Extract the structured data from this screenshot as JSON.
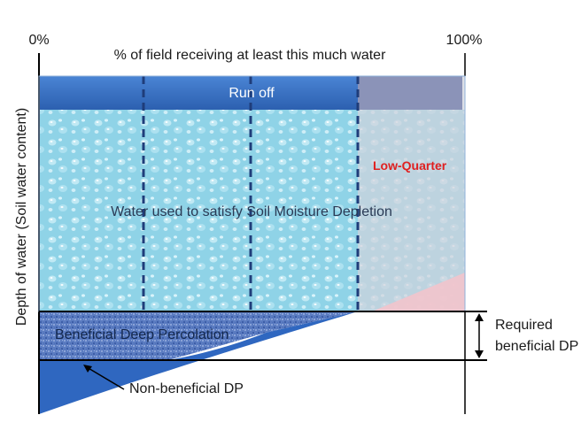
{
  "diagram": {
    "axis": {
      "left_tick": "0%",
      "right_tick": "100%",
      "top_label": "% of field  receiving at least this much water",
      "y_label": "Depth of water (Soil water content)"
    },
    "regions": {
      "runoff": "Run off",
      "soil_moisture": "Water used to satisfy Soil Moisture Depletion",
      "low_quarter": "Low-Quarter",
      "beneficial_dp": "Beneficial Deep Percolation",
      "non_beneficial_dp": "Non-beneficial DP"
    },
    "annotations": {
      "required_dp_line1": "Required",
      "required_dp_line2": "beneficial DP"
    },
    "colors": {
      "runoff": "#3a73c4",
      "water": "#8ed2e6",
      "low_quarter_fill": "#c9ccd6",
      "low_quarter_text": "#e02020",
      "beneficial_dp": "#5a7bc0",
      "non_beneficial_dp": "#2f67c0",
      "pink_wedge": "#f2c4cc"
    }
  }
}
